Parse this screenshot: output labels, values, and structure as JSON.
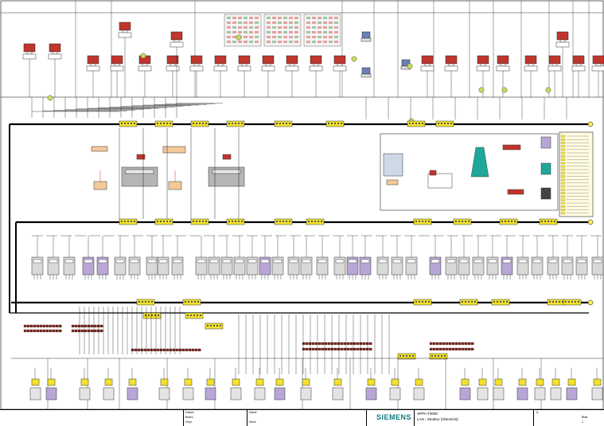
{
  "diagram": {
    "vendor": "SIEMENS",
    "colors": {
      "ring_black": "#000000",
      "switch_fill": "#f2e22c",
      "station_red": "#c0362c",
      "monitor_blue": "#6b7fb8",
      "panel_purple": "#b8a6d6",
      "panel_grey": "#d9d9d9",
      "ring_green": "#c9d95a",
      "peach": "#f3c99a",
      "teal": "#1fa79c"
    }
  },
  "title_block": {
    "brand": "SIEMENS",
    "doc_line1": "SPPA-T3000",
    "doc_line2": "LAN - Struktur (Übersicht)",
    "date_label": "Datum",
    "name_label": "Name",
    "bearb_label": "Bearb.",
    "gepr_label": "Gepr.",
    "norm_label": "Norm",
    "sheet_label": "Blatt",
    "sheet_value": "1",
    "revision": "A"
  }
}
